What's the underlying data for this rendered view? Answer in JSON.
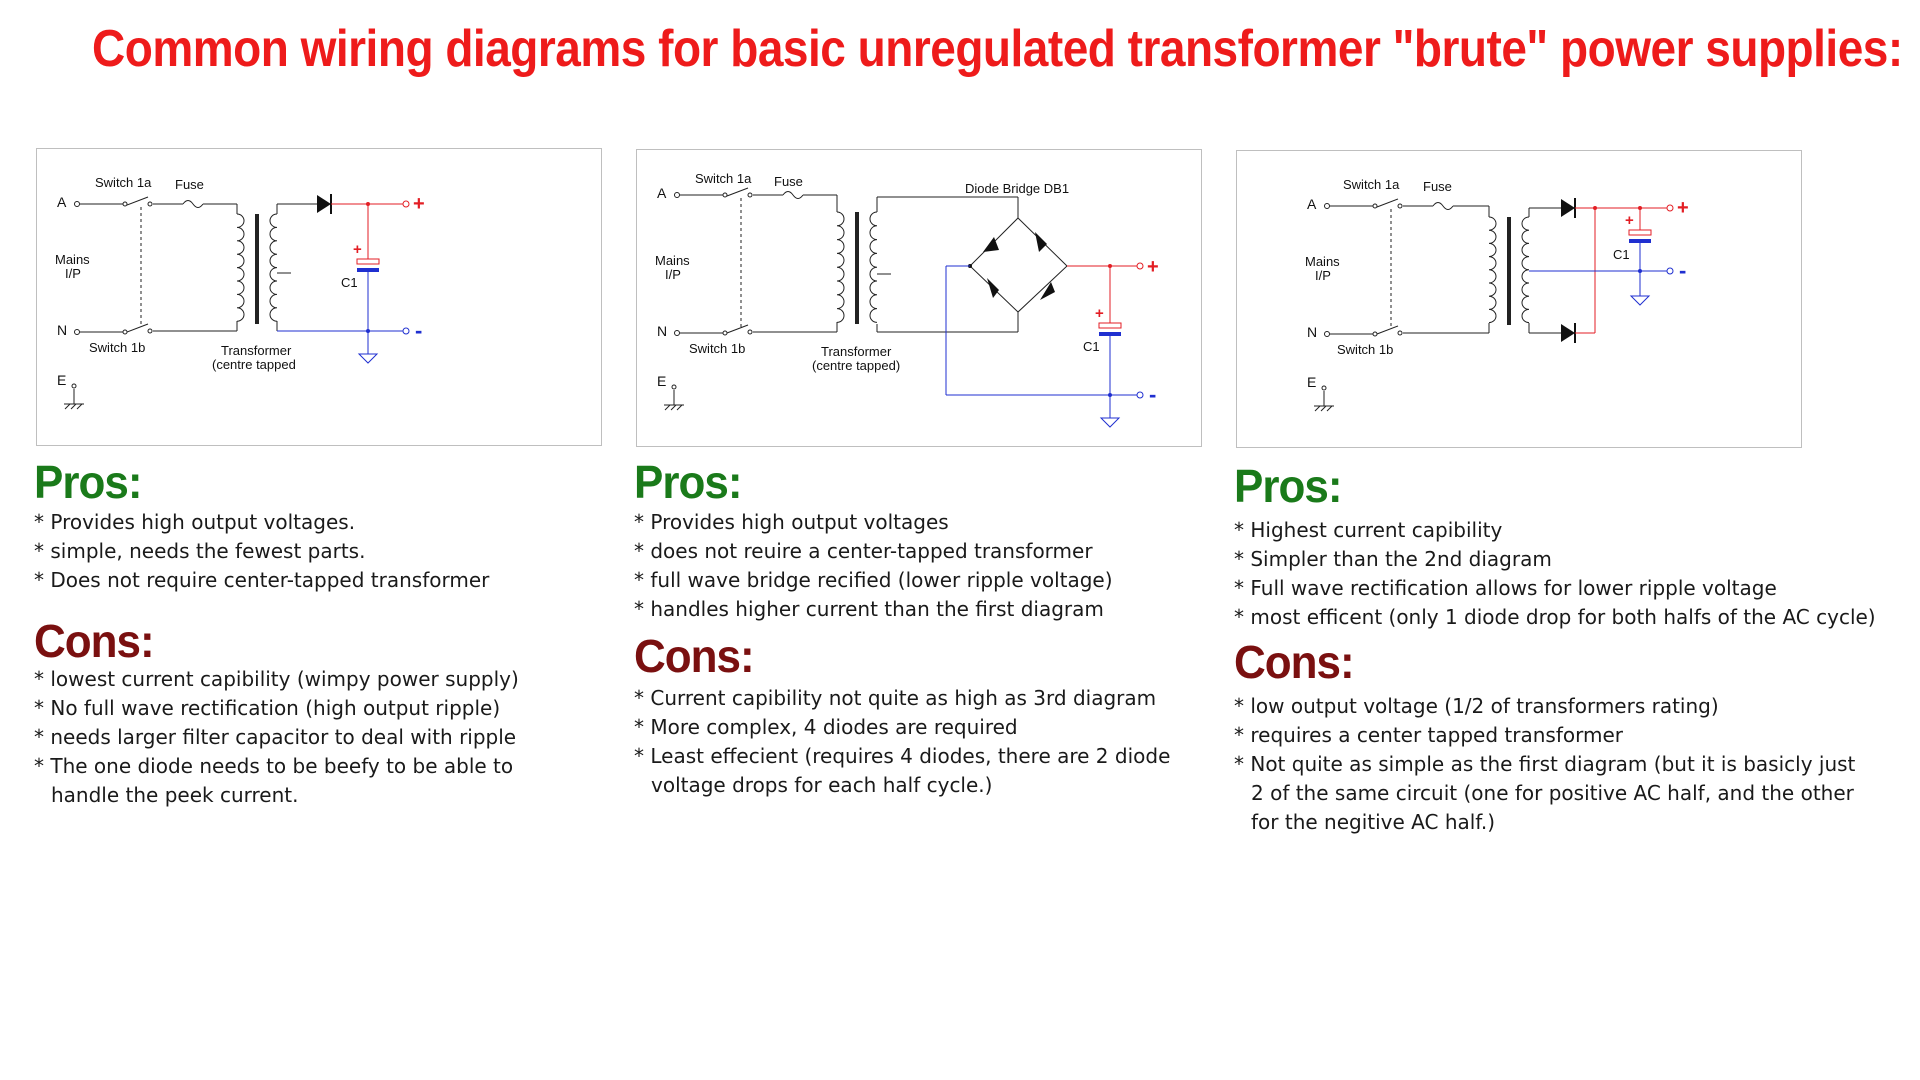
{
  "title": "Common wiring diagrams for basic unregulated transformer \"brute\" power supplies:",
  "colors": {
    "title": "#ee1b1b",
    "pros": "#1a7a1a",
    "cons": "#7a1010",
    "positive_wire": "#e31e24",
    "negative_wire": "#1f2fd0"
  },
  "diagrams": [
    {
      "labels": {
        "a": "A",
        "mains": "Mains",
        "ip": "I/P",
        "n": "N",
        "e": "E",
        "switch_a": "Switch 1a",
        "switch_b": "Switch 1b",
        "fuse": "Fuse",
        "transformer": "Transformer",
        "transformer_note": "(centre tapped",
        "cap": "C1",
        "plus": "+",
        "minus": "-",
        "cap_plus": "+"
      },
      "pros": {
        "heading": "Pros:",
        "items": [
          "* Provides high output voltages.",
          "* simple, needs the fewest parts.",
          "* Does not require center-tapped transformer"
        ]
      },
      "cons": {
        "heading": "Cons:",
        "items": [
          "* lowest current capibility (wimpy power supply)",
          "* No full wave rectification (high output ripple)",
          "* needs larger filter capacitor to deal with ripple",
          "* The one diode needs to be beefy to be able to",
          "handle the peek current."
        ]
      }
    },
    {
      "labels": {
        "a": "A",
        "mains": "Mains",
        "ip": "I/P",
        "n": "N",
        "e": "E",
        "switch_a": "Switch 1a",
        "switch_b": "Switch 1b",
        "fuse": "Fuse",
        "transformer": "Transformer",
        "transformer_note": "(centre tapped)",
        "bridge": "Diode Bridge DB1",
        "cap": "C1",
        "plus": "+",
        "minus": "-",
        "cap_plus": "+"
      },
      "pros": {
        "heading": "Pros:",
        "items": [
          "* Provides high output voltages",
          "* does not reuire a center-tapped transformer",
          "* full wave bridge recified (lower ripple voltage)",
          "* handles higher current than the first diagram"
        ]
      },
      "cons": {
        "heading": "Cons:",
        "items": [
          "* Current capibility not quite as high as 3rd diagram",
          "* More complex, 4 diodes are required",
          "* Least effecient (requires 4 diodes, there are 2 diode",
          "voltage drops for each half cycle.)"
        ]
      }
    },
    {
      "labels": {
        "a": "A",
        "mains": "Mains",
        "ip": "I/P",
        "n": "N",
        "e": "E",
        "switch_a": "Switch 1a",
        "switch_b": "Switch 1b",
        "fuse": "Fuse",
        "cap": "C1",
        "plus": "+",
        "minus": "-",
        "cap_plus": "+"
      },
      "pros": {
        "heading": "Pros:",
        "items": [
          "* Highest current capibility",
          "* Simpler than the 2nd diagram",
          "* Full wave rectification allows for lower ripple voltage",
          "* most efficent (only 1 diode drop for both halfs of the AC cycle)"
        ]
      },
      "cons": {
        "heading": "Cons:",
        "items": [
          "* low output voltage (1/2 of transformers rating)",
          "* requires a center tapped transformer",
          "* Not quite as simple as the first diagram (but it is basicly just",
          "2 of the same circuit (one for positive AC half, and the other",
          "for the negitive AC half.)"
        ]
      }
    }
  ]
}
